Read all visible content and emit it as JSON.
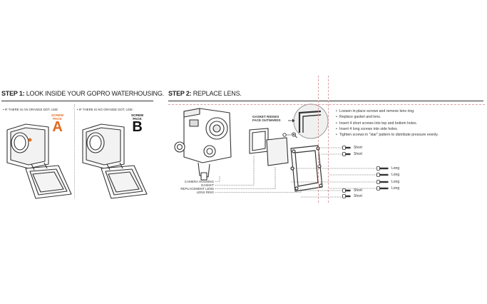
{
  "step1": {
    "heading_bold": "STEP 1:",
    "heading_rest": " LOOK INSIDE YOUR GOPRO WATERHOUSING.",
    "case_a": {
      "condition": "• IF THERE IS AN ORANGE DOT, USE:",
      "pack_line1": "SCREW",
      "pack_line2": "PACK",
      "pack_letter": "A"
    },
    "case_b": {
      "condition": "• IF THERE IS NO ORANGE DOT, USE:",
      "pack_line1": "SCREW",
      "pack_line2": "PACK",
      "pack_letter": "B"
    }
  },
  "step2": {
    "heading_bold": "STEP 2:",
    "heading_rest": " REPLACE LENS.",
    "gasket_note_line1": "GASKET RIDGES",
    "gasket_note_line2": "FACE OUTWARDS",
    "parts": [
      "CAMERA HOUSING",
      "GASKET",
      "REPLACEMENT LENS",
      "LENS RING"
    ],
    "instructions": [
      "Loosen in-place screws and remove lens ring.",
      "Replace gasket and lens.",
      "Insert 4 short screws into top and bottom holes.",
      "Insert 4 long screws into side holes.",
      "Tighten screws in \"star\" pattern to distribute pressure evenly."
    ],
    "screws": [
      "Short",
      "Short",
      "Long",
      "Long",
      "Long",
      "Long",
      "Short",
      "Short"
    ]
  },
  "colors": {
    "orange_dot": "#e06a1e",
    "guide": "#d9a0a6",
    "line": "#333333"
  }
}
